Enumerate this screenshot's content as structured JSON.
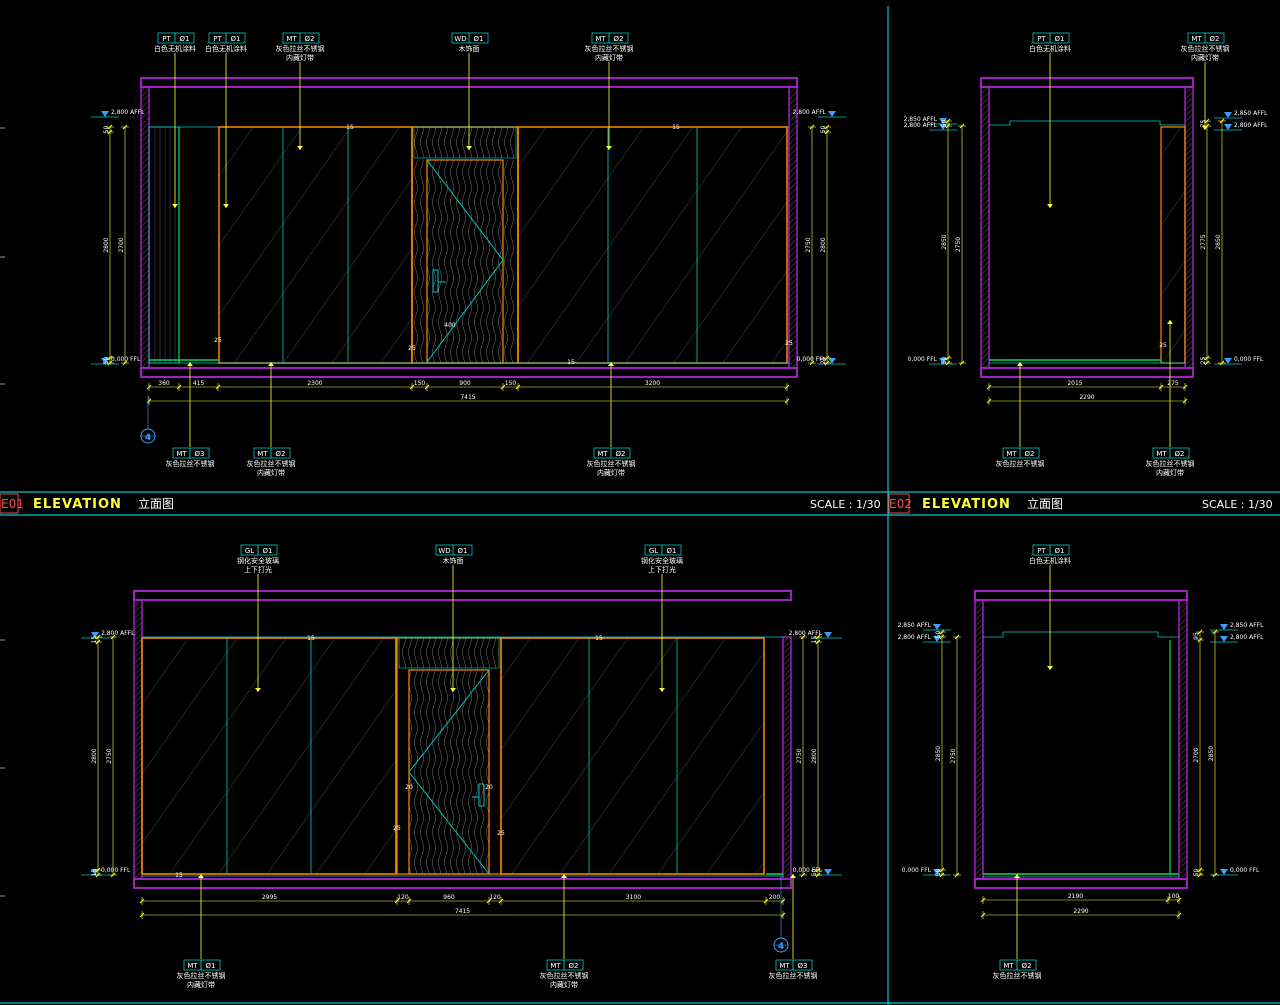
{
  "frame_colors": {
    "divider": "#00c8d8",
    "wall": "#a020c0",
    "orange": "#ff8a00",
    "cyan": "#00c8c8",
    "green": "#00e05a",
    "yellow": "#ffff33",
    "hatch": "#ffffff",
    "dim": "#ffff33"
  },
  "panel_e01_top": {
    "tags": [
      {
        "code": "PT",
        "num": "Ø1",
        "desc": [
          "白色无机涂料"
        ]
      },
      {
        "code": "PT",
        "num": "Ø1",
        "desc": [
          "白色无机涂料"
        ]
      },
      {
        "code": "MT",
        "num": "Ø2",
        "desc": [
          "灰色拉丝不锈钢",
          "内藏灯带"
        ]
      },
      {
        "code": "WD",
        "num": "Ø1",
        "desc": [
          "木饰面"
        ]
      },
      {
        "code": "MT",
        "num": "Ø2",
        "desc": [
          "灰色拉丝不锈钢",
          "内藏灯带"
        ]
      },
      {
        "code": "MT",
        "num": "Ø3",
        "desc": [
          "灰色拉丝不锈钢"
        ]
      },
      {
        "code": "MT",
        "num": "Ø2",
        "desc": [
          "灰色拉丝不锈钢",
          "内藏灯带"
        ]
      },
      {
        "code": "MT",
        "num": "Ø2",
        "desc": [
          "灰色拉丝不锈钢",
          "内藏灯带"
        ]
      }
    ],
    "levels": [
      "2,800 AFFL",
      "0,000 FFL",
      "2,800 AFFL",
      "0,000 FFL"
    ],
    "dims_bottom": [
      "360",
      "415",
      "2300",
      "150",
      "900",
      "150",
      "3200"
    ],
    "dim_total": "7415",
    "dims_left": [
      "50",
      "2800",
      "2700",
      "50"
    ],
    "dims_right": [
      "50",
      "2750",
      "2800",
      "25"
    ],
    "small_dims": [
      "15",
      "25",
      "15",
      "25",
      "400",
      "15",
      "25"
    ],
    "section_marker": "4"
  },
  "panel_e02_top": {
    "tags": [
      {
        "code": "PT",
        "num": "Ø1",
        "desc": [
          "白色无机涂料"
        ]
      },
      {
        "code": "MT",
        "num": "Ø2",
        "desc": [
          "灰色拉丝不锈钢",
          "内藏灯带"
        ]
      },
      {
        "code": "MT",
        "num": "Ø2",
        "desc": [
          "灰色拉丝不锈钢"
        ]
      },
      {
        "code": "MT",
        "num": "Ø2",
        "desc": [
          "灰色拉丝不锈钢",
          "内藏灯带"
        ]
      }
    ],
    "levels": [
      "2,850 AFFL",
      "2,800 AFFL",
      "0,000 FFL",
      "2,850 AFFL",
      "2,800 AFFL",
      "0,000 FFL"
    ],
    "dims_bottom": [
      "2015",
      "275"
    ],
    "dim_total": "2290",
    "dims_left": [
      "50",
      "2850",
      "2750",
      "50"
    ],
    "dims_right": [
      "75",
      "2775",
      "2850",
      "25"
    ],
    "small_dims": [
      "25"
    ]
  },
  "title_e01": {
    "code": "E01",
    "title": "ELEVATION",
    "cn": "立面图",
    "scale": "SCALE : 1/30"
  },
  "title_e02": {
    "code": "E02",
    "title": "ELEVATION",
    "cn": "立面图",
    "scale": "SCALE : 1/30"
  },
  "panel_e01_bottom": {
    "tags": [
      {
        "code": "GL",
        "num": "Ø1",
        "desc": [
          "钢化安全玻璃",
          "上下打光"
        ]
      },
      {
        "code": "WD",
        "num": "Ø1",
        "desc": [
          "木饰面"
        ]
      },
      {
        "code": "GL",
        "num": "Ø1",
        "desc": [
          "钢化安全玻璃",
          "上下打光"
        ]
      },
      {
        "code": "MT",
        "num": "Ø1",
        "desc": [
          "灰色拉丝不锈钢",
          "内藏灯带"
        ]
      },
      {
        "code": "MT",
        "num": "Ø2",
        "desc": [
          "灰色拉丝不锈钢",
          "内藏灯带"
        ]
      },
      {
        "code": "MT",
        "num": "Ø3",
        "desc": [
          "灰色拉丝不锈钢"
        ]
      }
    ],
    "levels": [
      "2,800 AFFL",
      "0,000 FFL",
      "2,800 AFFL",
      "0,000 FFL"
    ],
    "dims_bottom": [
      "2995",
      "120",
      "960",
      "120",
      "3100",
      "200"
    ],
    "dim_total": "7415",
    "dims_left": [
      "15",
      "2800",
      "2750",
      "15"
    ],
    "dims_right": [
      "15",
      "2750",
      "2800",
      "50"
    ],
    "small_dims": [
      "15",
      "20",
      "25",
      "20",
      "25",
      "15",
      "15"
    ],
    "section_marker": "4"
  },
  "panel_e02_bottom": {
    "tags": [
      {
        "code": "PT",
        "num": "Ø1",
        "desc": [
          "白色无机涂料"
        ]
      },
      {
        "code": "MT",
        "num": "Ø2",
        "desc": [
          "灰色拉丝不锈钢"
        ]
      }
    ],
    "levels": [
      "2,850 AFFL",
      "2,800 AFFL",
      "0,000 FFL",
      "2,850 AFFL",
      "2,800 AFFL",
      "0,000 FFL"
    ],
    "dims_bottom": [
      "2190",
      "100"
    ],
    "dim_total": "2290",
    "dims_left": [
      "50",
      "2850",
      "2750",
      "50"
    ],
    "dims_right": [
      "95",
      "2700",
      "2850",
      "50"
    ]
  }
}
